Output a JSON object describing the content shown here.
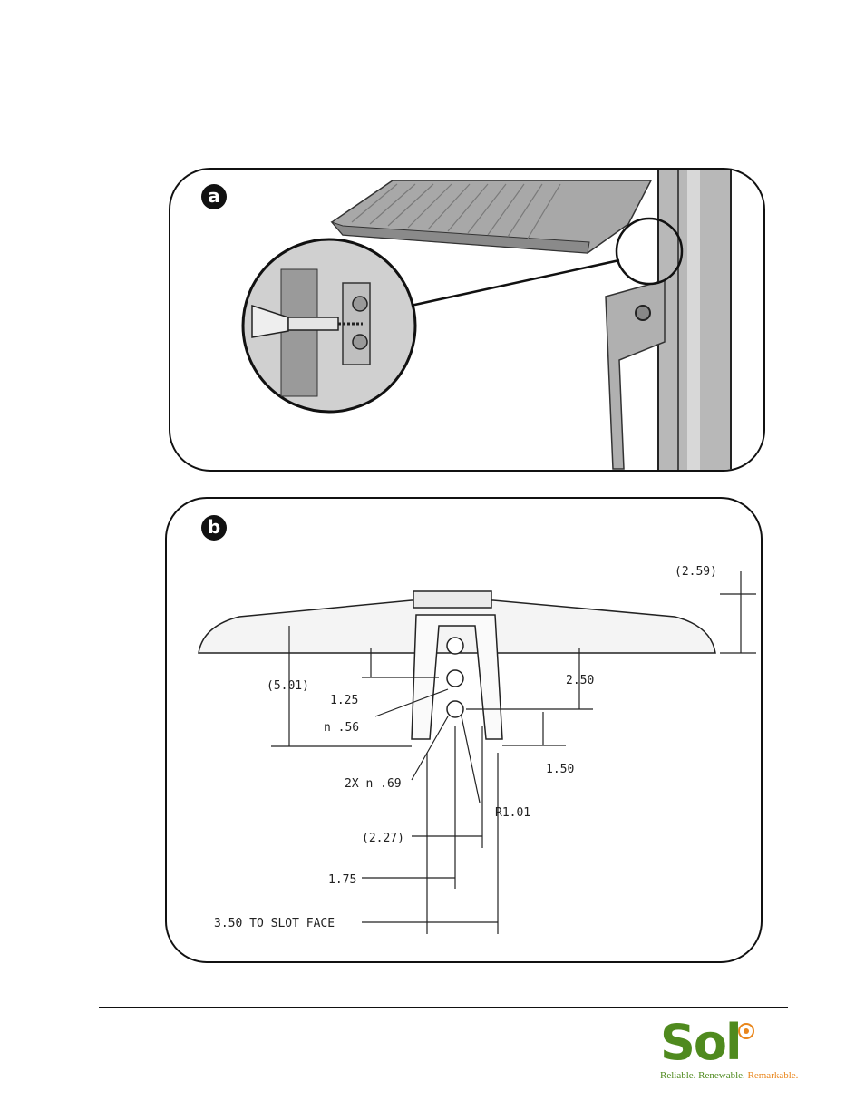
{
  "panel_a": {
    "tag": "a"
  },
  "panel_b": {
    "tag": "b",
    "dimensions": {
      "height_total": "(2.59)",
      "arm_to_hole": "2.50",
      "hole_spacing": "1.25",
      "bracket_depth": "(5.01)",
      "small_hole": "n .56",
      "bottom_gap": "1.50",
      "holes": "2X n .69",
      "radius": "R1.01",
      "offset": "(2.27)",
      "center": "1.75",
      "slot_face": "3.50 TO SLOT FACE"
    }
  },
  "logo": {
    "word": "Sol",
    "registered": "®",
    "tagline_1": "Reliable. Renewable. ",
    "tagline_2": "Remarkable."
  },
  "colors": {
    "brand_green": "#4f8a1e",
    "brand_orange": "#e9861c"
  }
}
